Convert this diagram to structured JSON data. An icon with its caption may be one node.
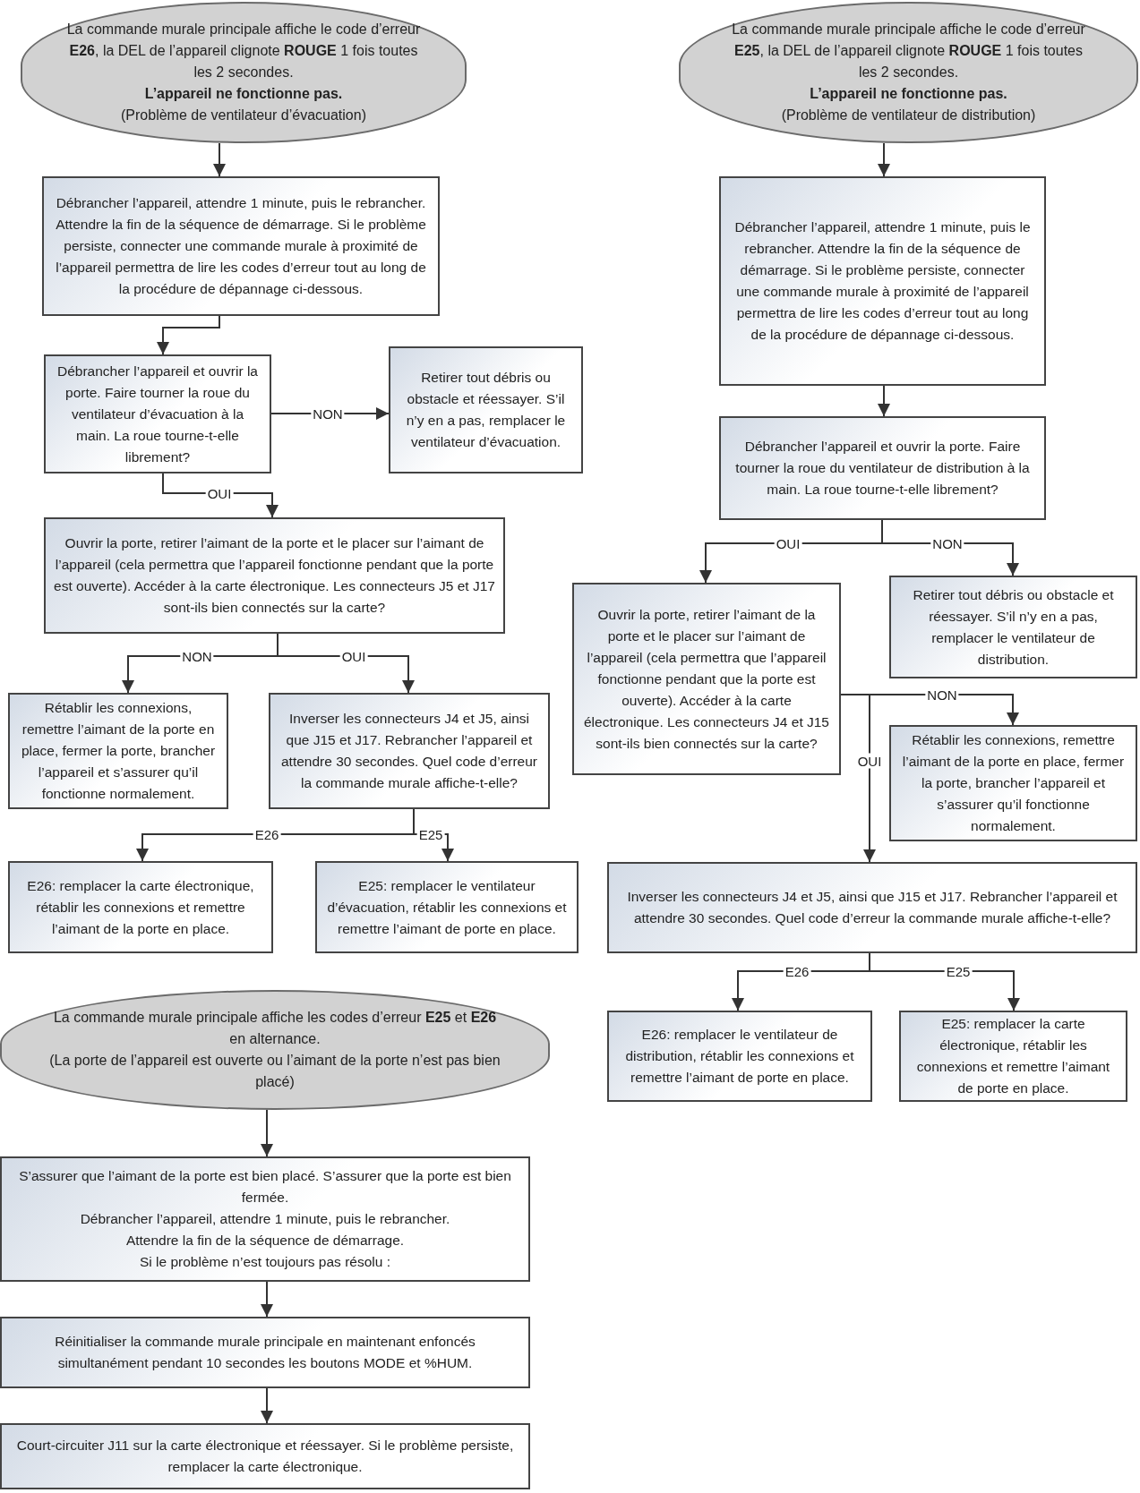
{
  "diagram": {
    "nodes": [
      {
        "text": [
          "La commande murale principale affiche le code d’erreur **E26**, la DEL de l’appareil clignote **ROUGE** 1 fois toutes les 2 secondes.",
          "**L’appareil ne fonctionne pas.**",
          "(Problème de ventilateur d’évacuation)"
        ]
      },
      {
        "text": [
          "Débrancher l’appareil, attendre 1 minute, puis le rebrancher. Attendre la fin de la séquence de démarrage. Si le problème persiste, connecter une commande murale à proximité de l’appareil permettra de lire les codes d’erreur tout au long de la procédure de dépannage ci-dessous."
        ]
      },
      {
        "text": [
          "Débrancher l’appareil et ouvrir la porte. Faire tourner la roue du ventilateur d’évacuation à la main. La roue tourne-t-elle librement?"
        ]
      },
      {
        "text": [
          "Retirer tout débris ou obstacle et réessayer. S’il n’y en a pas, remplacer le ventilateur d’évacuation."
        ]
      },
      {
        "text": [
          "Ouvrir la porte, retirer l’aimant de la porte et le placer sur l’aimant de l’appareil (cela permettra que l’appareil fonctionne pendant que la porte est ouverte). Accéder à la carte électronique. Les connecteurs J5 et J17 sont-ils bien connectés sur la carte?"
        ]
      },
      {
        "text": [
          "Rétablir les connexions, remettre l’aimant de la porte en place, fermer la porte, brancher l’appareil et s’assurer qu’il fonctionne normalement."
        ]
      },
      {
        "text": [
          "Inverser les connecteurs J4 et J5, ainsi que J15 et J17. Rebrancher l’appareil et attendre 30 secondes. Quel code d’erreur la commande murale affiche-t-elle?"
        ]
      },
      {
        "text": [
          "E26: remplacer la carte électronique, rétablir les connexions et remettre l’aimant de la porte en place."
        ]
      },
      {
        "text": [
          "E25: remplacer le ventilateur d’évacuation, rétablir les connexions et remettre l’aimant de porte en place."
        ]
      },
      {
        "text": [
          "La commande murale principale affiche le code d’erreur **E25**, la DEL de l’appareil clignote **ROUGE** 1 fois toutes les 2 secondes.",
          "**L’appareil ne fonctionne pas.**",
          "(Problème de ventilateur de distribution)"
        ]
      },
      {
        "text": [
          "Débrancher l’appareil, attendre 1 minute, puis le rebrancher. Attendre la fin de la séquence de démarrage. Si le problème persiste, connecter une commande murale à proximité de l’appareil permettra de lire les codes d’erreur tout au long de la procédure de dépannage ci-dessous."
        ]
      },
      {
        "text": [
          "Débrancher l’appareil et ouvrir la porte. Faire tourner la roue du ventilateur de distribution à la main. La roue tourne-t-elle librement?"
        ]
      },
      {
        "text": [
          "Ouvrir la porte, retirer l’aimant de la porte et le placer sur l’aimant de l’appareil (cela permettra que l’appareil fonctionne pendant que la porte est ouverte). Accéder à la carte électronique. Les connecteurs J4 et J15 sont-ils bien connectés sur la carte?"
        ]
      },
      {
        "text": [
          "Retirer tout débris ou obstacle et réessayer. S’il n’y en a pas, remplacer le ventilateur de distribution."
        ]
      },
      {
        "text": [
          "Rétablir les connexions, remettre l’aimant de la porte en place, fermer la porte, brancher l’appareil et s’assurer qu’il fonctionne normalement."
        ]
      },
      {
        "text": [
          "Inverser les connecteurs J4 et J5, ainsi que J15 et J17. Rebrancher l’appareil et attendre 30 secondes. Quel code d’erreur la commande murale affiche-t-elle?"
        ]
      },
      {
        "text": [
          "E26: remplacer le ventilateur de distribution, rétablir les connexions et remettre l’aimant de porte en place."
        ]
      },
      {
        "text": [
          "E25: remplacer la carte électronique, rétablir les connexions et remettre l’aimant de porte en place."
        ]
      },
      {
        "text": [
          "La commande murale principale affiche les codes d’erreur **E25** et **E26** en alternance.",
          "(La porte de l’appareil est ouverte ou l’aimant de la porte n’est pas bien placé)"
        ]
      },
      {
        "text": [
          "S’assurer que l’aimant de la porte est bien placé. S’assurer que la porte est bien fermée.",
          "Débrancher l’appareil, attendre 1 minute, puis le rebrancher.",
          "Attendre la fin de la séquence de démarrage.",
          "Si le problème n’est toujours pas résolu :"
        ]
      },
      {
        "text": [
          "Réinitialiser la commande murale principale en maintenant enfoncés simultanément pendant 10 secondes les boutons MODE et %HUM."
        ]
      },
      {
        "text": [
          "Court-circuiter J11 sur la carte électronique et réessayer. Si le problème persiste, remplacer la carte électronique."
        ]
      }
    ],
    "edges": [
      {
        "from": 0,
        "to": 1,
        "arrow": "to"
      },
      {
        "from": 1,
        "to": 2,
        "arrow": "to"
      },
      {
        "from": 2,
        "to": 3,
        "arrow": "to",
        "label": "NON"
      },
      {
        "from": 2,
        "to": 4,
        "arrow": "to",
        "label": "OUI"
      },
      {
        "from": 4,
        "to": 5,
        "arrow": "to",
        "label": "NON"
      },
      {
        "from": 4,
        "to": 6,
        "arrow": "to",
        "label": "OUI"
      },
      {
        "from": 6,
        "to": 7,
        "arrow": "to",
        "label": "E26"
      },
      {
        "from": 6,
        "to": 8,
        "arrow": "to",
        "label": "E25"
      },
      {
        "from": 9,
        "to": 10,
        "arrow": "to"
      },
      {
        "from": 10,
        "to": 11,
        "arrow": "to"
      },
      {
        "from": 11,
        "to": 12,
        "arrow": "to",
        "label": "OUI"
      },
      {
        "from": 11,
        "to": 13,
        "arrow": "to",
        "label": "NON"
      },
      {
        "from": 12,
        "to": 14,
        "arrow": "to",
        "label": "NON"
      },
      {
        "from": 12,
        "to": 15,
        "arrow": "to",
        "label": "OUI"
      },
      {
        "from": 15,
        "to": 16,
        "arrow": "to",
        "label": "E26"
      },
      {
        "from": 15,
        "to": 17,
        "arrow": "to",
        "label": "E25"
      },
      {
        "from": 18,
        "to": 19,
        "arrow": "to"
      },
      {
        "from": 19,
        "to": 20,
        "arrow": "to"
      },
      {
        "from": 20,
        "to": 21,
        "arrow": "to"
      }
    ]
  }
}
